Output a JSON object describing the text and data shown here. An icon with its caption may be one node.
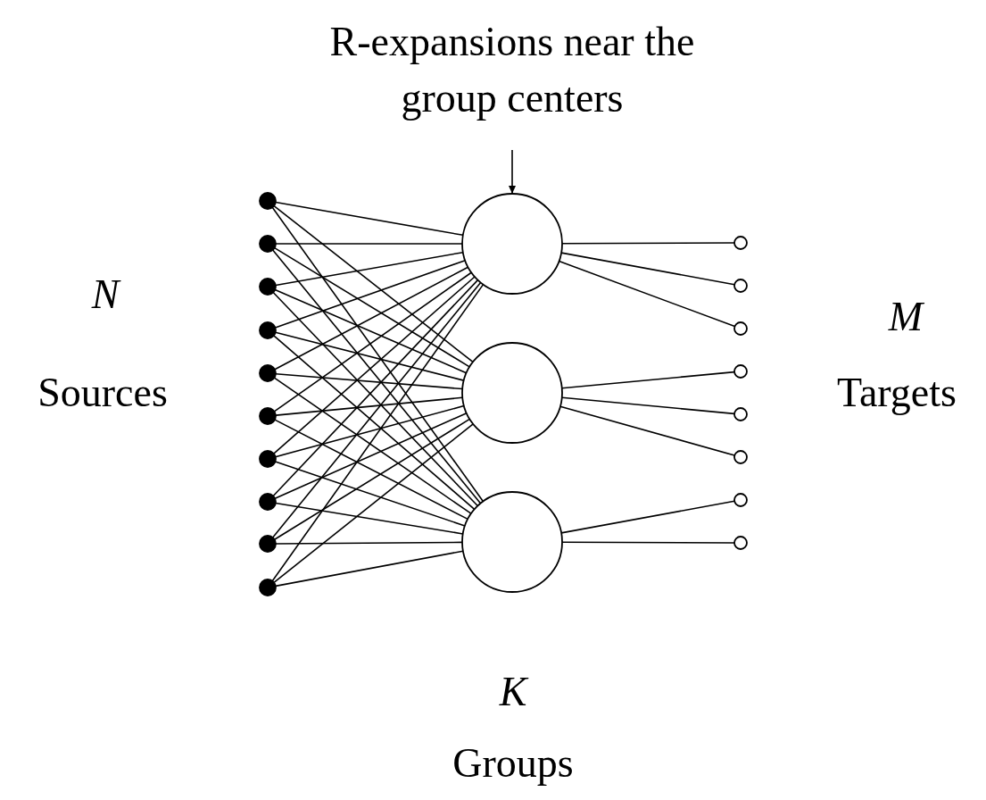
{
  "diagram": {
    "nodes": [
      {
        "text": [
          "R-expansions near the group centers"
        ]
      },
      {
        "text": [],
        "shape": "circle"
      },
      {
        "text": [],
        "shape": "circle"
      },
      {
        "text": [],
        "shape": "circle"
      },
      {
        "text": [],
        "shape": "circle"
      },
      {
        "text": [],
        "shape": "circle"
      },
      {
        "text": [],
        "shape": "circle"
      },
      {
        "text": [],
        "shape": "circle"
      },
      {
        "text": [],
        "shape": "circle"
      },
      {
        "text": [],
        "shape": "circle"
      },
      {
        "text": [],
        "shape": "circle"
      },
      {
        "text": [],
        "shape": "circle"
      },
      {
        "text": [],
        "shape": "circle"
      },
      {
        "text": [],
        "shape": "circle"
      },
      {
        "text": [],
        "shape": "circle"
      },
      {
        "text": [],
        "shape": "circle"
      },
      {
        "text": [],
        "shape": "circle"
      },
      {
        "text": [],
        "shape": "circle"
      },
      {
        "text": [],
        "shape": "circle"
      },
      {
        "text": [],
        "shape": "circle"
      },
      {
        "text": [],
        "shape": "circle"
      },
      {
        "text": [],
        "shape": "circle"
      }
    ],
    "edges": [
      {
        "from": 0,
        "to": 11,
        "arrow": "to"
      },
      {
        "from": 1,
        "to": 11,
        "arrow": "none"
      },
      {
        "from": 1,
        "to": 12,
        "arrow": "none"
      },
      {
        "from": 1,
        "to": 13,
        "arrow": "none"
      },
      {
        "from": 2,
        "to": 11,
        "arrow": "none"
      },
      {
        "from": 2,
        "to": 12,
        "arrow": "none"
      },
      {
        "from": 2,
        "to": 13,
        "arrow": "none"
      },
      {
        "from": 3,
        "to": 11,
        "arrow": "none"
      },
      {
        "from": 3,
        "to": 12,
        "arrow": "none"
      },
      {
        "from": 3,
        "to": 13,
        "arrow": "none"
      },
      {
        "from": 4,
        "to": 11,
        "arrow": "none"
      },
      {
        "from": 4,
        "to": 12,
        "arrow": "none"
      },
      {
        "from": 4,
        "to": 13,
        "arrow": "none"
      },
      {
        "from": 5,
        "to": 11,
        "arrow": "none"
      },
      {
        "from": 5,
        "to": 12,
        "arrow": "none"
      },
      {
        "from": 5,
        "to": 13,
        "arrow": "none"
      },
      {
        "from": 6,
        "to": 11,
        "arrow": "none"
      },
      {
        "from": 6,
        "to": 12,
        "arrow": "none"
      },
      {
        "from": 6,
        "to": 13,
        "arrow": "none"
      },
      {
        "from": 7,
        "to": 11,
        "arrow": "none"
      },
      {
        "from": 7,
        "to": 12,
        "arrow": "none"
      },
      {
        "from": 7,
        "to": 13,
        "arrow": "none"
      },
      {
        "from": 8,
        "to": 11,
        "arrow": "none"
      },
      {
        "from": 8,
        "to": 12,
        "arrow": "none"
      },
      {
        "from": 8,
        "to": 13,
        "arrow": "none"
      },
      {
        "from": 9,
        "to": 11,
        "arrow": "none"
      },
      {
        "from": 9,
        "to": 12,
        "arrow": "none"
      },
      {
        "from": 9,
        "to": 13,
        "arrow": "none"
      },
      {
        "from": 10,
        "to": 11,
        "arrow": "none"
      },
      {
        "from": 10,
        "to": 12,
        "arrow": "none"
      },
      {
        "from": 10,
        "to": 13,
        "arrow": "none"
      },
      {
        "from": 11,
        "to": 14,
        "arrow": "none"
      },
      {
        "from": 11,
        "to": 15,
        "arrow": "none"
      },
      {
        "from": 11,
        "to": 16,
        "arrow": "none"
      },
      {
        "from": 12,
        "to": 17,
        "arrow": "none"
      },
      {
        "from": 12,
        "to": 18,
        "arrow": "none"
      },
      {
        "from": 12,
        "to": 19,
        "arrow": "none"
      },
      {
        "from": 13,
        "to": 20,
        "arrow": "none"
      },
      {
        "from": 13,
        "to": 21,
        "arrow": "none"
      }
    ],
    "labels": [
      "N",
      "Sources",
      "M",
      "Targets",
      "K",
      "Groups"
    ]
  }
}
